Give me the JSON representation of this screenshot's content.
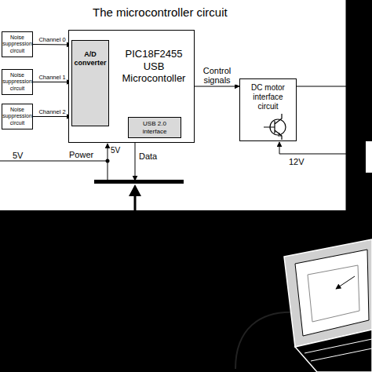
{
  "diagram": {
    "nodes": [
      {
        "text": [
          "The microcontroller circuit"
        ]
      },
      {
        "text": [
          "Noise suppression circuit"
        ],
        "in": 0
      },
      {
        "text": [
          "Noise suppression circuit"
        ],
        "in": 0
      },
      {
        "text": [
          "Noise suppression circuit"
        ],
        "in": 0
      },
      {
        "text": [
          "PIC18F2455 USB Microcontoller"
        ],
        "in": 0
      },
      {
        "text": [
          "A/D converter"
        ],
        "in": 4
      },
      {
        "text": [
          "USB 2.0 interface"
        ],
        "in": 4
      },
      {
        "text": [
          "DC motor interface circuit"
        ],
        "in": 0
      }
    ],
    "edges": [
      {
        "from": 1,
        "to": 5,
        "label": "Channel 0",
        "arrow": "to"
      },
      {
        "from": 2,
        "to": 5,
        "label": "Channel 1",
        "arrow": "to"
      },
      {
        "from": 3,
        "to": 5,
        "label": "Channel 2",
        "arrow": "to"
      },
      {
        "from": 4,
        "to": 7,
        "label": "Control signals",
        "arrow": "to"
      }
    ],
    "labels": [
      "5V",
      "Power",
      "5V",
      "Data",
      "12V"
    ]
  }
}
